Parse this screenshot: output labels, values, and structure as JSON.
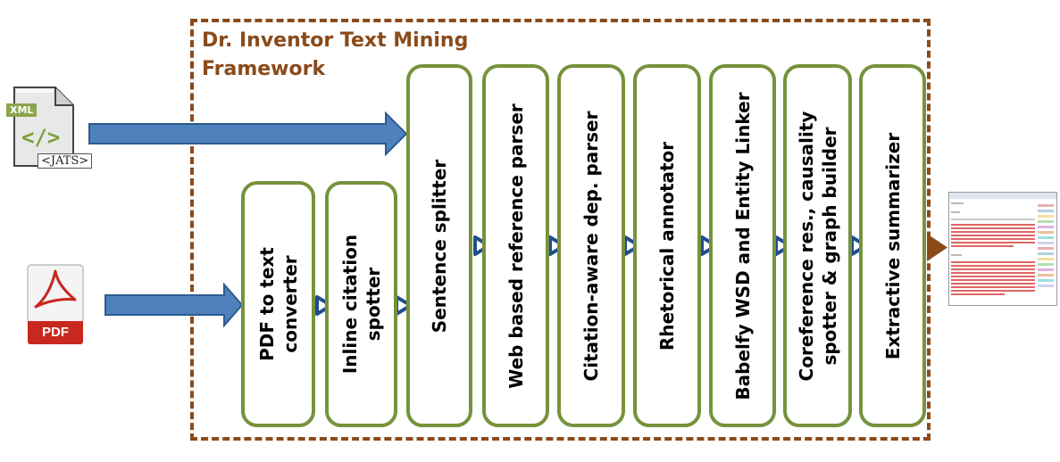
{
  "framework_title": [
    "Dr. Inventor Text Mining",
    "Framework"
  ],
  "inputs": {
    "xml_tag": "XML",
    "xml_code": "</>",
    "jats_label": "<JATS>",
    "pdf_label": "PDF"
  },
  "modules": [
    {
      "lines": [
        "PDF to text",
        "converter"
      ]
    },
    {
      "lines": [
        "Inline citation",
        "spotter"
      ]
    },
    {
      "lines": [
        "Sentence splitter"
      ]
    },
    {
      "lines": [
        "Web based reference parser"
      ]
    },
    {
      "lines": [
        "Citation-aware dep. parser"
      ]
    },
    {
      "lines": [
        "Rhetorical annotator"
      ]
    },
    {
      "lines": [
        "Babelfy WSD and Entity Linker"
      ]
    },
    {
      "lines": [
        "Coreference res., causality",
        "spotter & graph builder"
      ]
    },
    {
      "lines": [
        "Extractive summarizer"
      ]
    }
  ],
  "colors": {
    "frame": "#8a4a1a",
    "module_border": "#76923c",
    "input_arrow": "#4f81bd",
    "connector": "#1f4e8c",
    "output_arrow": "#8a4a1a",
    "pdf_red": "#c8281e"
  },
  "icons": {
    "xml": "xml-file-icon",
    "pdf": "pdf-file-icon",
    "output": "document-thumbnail-icon"
  }
}
